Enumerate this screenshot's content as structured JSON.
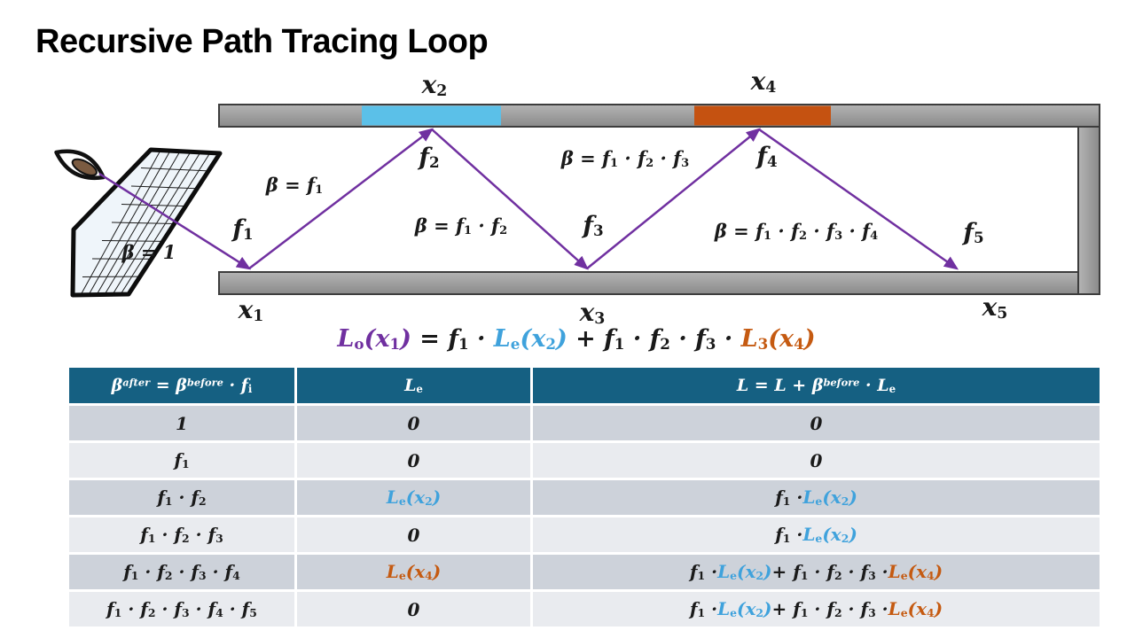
{
  "palette": {
    "ink": "#1a1a1a",
    "white": "#ffffff",
    "purple": "#7030A0",
    "blue": "#3FA2DC",
    "orange": "#C55A11",
    "teal": "#156082",
    "rowDark": "#CDD2DA",
    "rowLight": "#E9EBEF",
    "barGrayLight": "#ADADAD",
    "barGrayDark": "#8F8F8F",
    "barBorder": "#3D3D3D",
    "patchBlue": "#5BC0E8",
    "patchOrange": "#C55211",
    "planeFill": "#EFF5FA",
    "pupilBrown": "#7B5B41"
  },
  "icons": {
    "eye": "eye-icon",
    "image_plane": "camera-image-plane-grid"
  },
  "title": "Recursive Path Tracing Loop",
  "diagram": {
    "labels": {
      "x1": "x_{1}",
      "x2": "x_{2}",
      "x3": "x_{3}",
      "x4": "x_{4}",
      "x5": "x_{5}",
      "f1": "f_{1}",
      "f2": "f_{2}",
      "f3": "f_{3}",
      "f4": "f_{4}",
      "f5": "f_{5}",
      "beta1": "β = 1",
      "beta2": "β = f_{1}",
      "beta3": "β = f_{1} · f_{2}",
      "beta4": "β = f_{1} · f_{2} · f_{3}",
      "beta5": "β = f_{1} · f_{2} · f_{3} · f_{4}"
    }
  },
  "equation": {
    "segments": [
      {
        "t": "L_{o}(x_{1})",
        "c": "purple"
      },
      {
        "t": " = f_{1} · ",
        "c": "ink"
      },
      {
        "t": "L_{e}(x_{2})",
        "c": "blue"
      },
      {
        "t": " + f_{1} · f_{2} · f_{3} · ",
        "c": "ink"
      },
      {
        "t": "L_{3}(x_{4})",
        "c": "orange"
      }
    ]
  },
  "table": {
    "headers": [
      [
        {
          "t": "β^{after} = β^{before} · f_{i}",
          "c": "white"
        }
      ],
      [
        {
          "t": "L_{e}",
          "c": "white"
        }
      ],
      [
        {
          "t": "L = L + β^{before} · L_{e}",
          "c": "white"
        }
      ]
    ],
    "rows": [
      {
        "cells": [
          [
            {
              "t": "1",
              "c": "ink"
            }
          ],
          [
            {
              "t": "0",
              "c": "ink"
            }
          ],
          [
            {
              "t": "0",
              "c": "ink"
            }
          ]
        ]
      },
      {
        "cells": [
          [
            {
              "t": "f_{1}",
              "c": "ink"
            }
          ],
          [
            {
              "t": "0",
              "c": "ink"
            }
          ],
          [
            {
              "t": "0",
              "c": "ink"
            }
          ]
        ]
      },
      {
        "cells": [
          [
            {
              "t": "f_{1} · f_{2}",
              "c": "ink"
            }
          ],
          [
            {
              "t": "L_{e}(x_{2})",
              "c": "blue"
            }
          ],
          [
            {
              "t": "f_{1} · ",
              "c": "ink"
            },
            {
              "t": "L_{e}(x_{2})",
              "c": "blue"
            }
          ]
        ]
      },
      {
        "cells": [
          [
            {
              "t": "f_{1} · f_{2} · f_{3}",
              "c": "ink"
            }
          ],
          [
            {
              "t": "0",
              "c": "ink"
            }
          ],
          [
            {
              "t": "f_{1} · ",
              "c": "ink"
            },
            {
              "t": "L_{e}(x_{2})",
              "c": "blue"
            }
          ]
        ]
      },
      {
        "cells": [
          [
            {
              "t": "f_{1} · f_{2} · f_{3} · f_{4}",
              "c": "ink"
            }
          ],
          [
            {
              "t": "L_{e}(x_{4})",
              "c": "orange"
            }
          ],
          [
            {
              "t": "f_{1} · ",
              "c": "ink"
            },
            {
              "t": "L_{e}(x_{2})",
              "c": "blue"
            },
            {
              "t": " + f_{1} · f_{2} · f_{3} · ",
              "c": "ink"
            },
            {
              "t": "L_{e}(x_{4})",
              "c": "orange"
            }
          ]
        ]
      },
      {
        "cells": [
          [
            {
              "t": "f_{1} · f_{2} · f_{3} · f_{4} · f_{5}",
              "c": "ink"
            }
          ],
          [
            {
              "t": "0",
              "c": "ink"
            }
          ],
          [
            {
              "t": "f_{1} · ",
              "c": "ink"
            },
            {
              "t": "L_{e}(x_{2})",
              "c": "blue"
            },
            {
              "t": " + f_{1} · f_{2} · f_{3} · ",
              "c": "ink"
            },
            {
              "t": "L_{e}(x_{4})",
              "c": "orange"
            }
          ]
        ]
      }
    ]
  }
}
